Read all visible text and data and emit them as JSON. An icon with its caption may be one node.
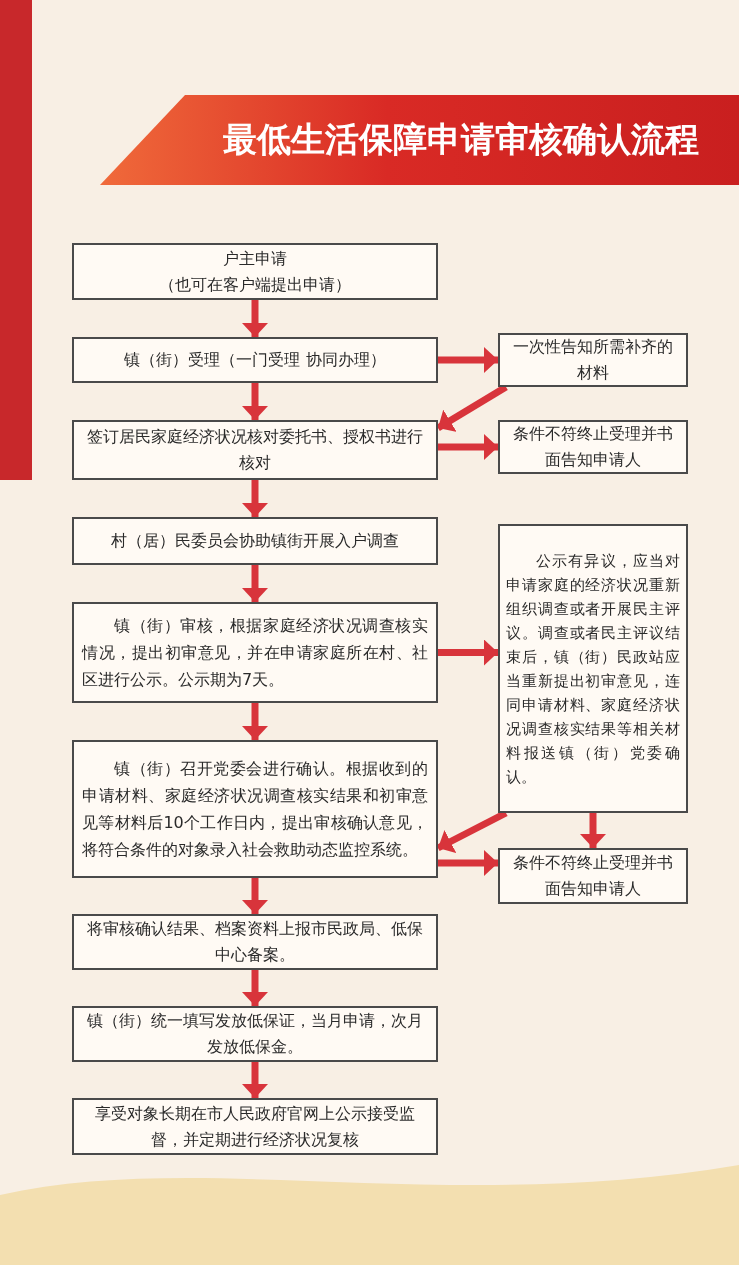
{
  "diagram": {
    "title": "最低生活保障申请审核确认流程",
    "nodes": [
      {
        "text": [
          "户主申请",
          "（也可在客户端提出申请）"
        ]
      },
      {
        "text": [
          "镇（街）受理（一门受理 协同办理）"
        ]
      },
      {
        "text": [
          "一次性告知所需补齐的材料"
        ]
      },
      {
        "text": [
          "签订居民家庭经济状况核对委托书、授权书进行核对"
        ]
      },
      {
        "text": [
          "条件不符终止受理并书面告知申请人"
        ]
      },
      {
        "text": [
          "村（居）民委员会协助镇街开展入户调查"
        ]
      },
      {
        "text": [
          "镇（街）审核，根据家庭经济状况调查核实情况，提出初审意见，并在申请家庭所在村、社区进行公示。公示期为7天。"
        ]
      },
      {
        "text": [
          "公示有异议，应当对申请家庭的经济状况重新组织调查或者开展民主评议。调查或者民主评议结束后，镇（街）民政站应当重新提出初审意见，连同申请材料、家庭经济状况调查核实结果等相关材料报送镇（街）党委确认。"
        ]
      },
      {
        "text": [
          "镇（街）召开党委会进行确认。根据收到的申请材料、家庭经济状况调查核实结果和初审意见等材料后10个工作日内，提出审核确认意见，将符合条件的对象录入社会救助动态监控系统。"
        ]
      },
      {
        "text": [
          "条件不符终止受理并书面告知申请人"
        ]
      },
      {
        "text": [
          "将审核确认结果、档案资料上报市民政局、低保中心备案。"
        ]
      },
      {
        "text": [
          "镇（街）统一填写发放低保证，当月申请，次月发放低保金。"
        ]
      },
      {
        "text": [
          "享受对象长期在市人民政府官网上公示接受监督，并定期进行经济状况复核"
        ]
      }
    ],
    "edges": [
      {
        "from": 0,
        "to": 1,
        "arrow": "to"
      },
      {
        "from": 1,
        "to": 2,
        "arrow": "to"
      },
      {
        "from": 2,
        "to": 3,
        "arrow": "to"
      },
      {
        "from": 1,
        "to": 3,
        "arrow": "to"
      },
      {
        "from": 3,
        "to": 4,
        "arrow": "to"
      },
      {
        "from": 3,
        "to": 5,
        "arrow": "to"
      },
      {
        "from": 5,
        "to": 6,
        "arrow": "to"
      },
      {
        "from": 6,
        "to": 7,
        "arrow": "to"
      },
      {
        "from": 6,
        "to": 8,
        "arrow": "to"
      },
      {
        "from": 7,
        "to": 9,
        "arrow": "to"
      },
      {
        "from": 7,
        "to": 8,
        "arrow": "to"
      },
      {
        "from": 8,
        "to": 9,
        "arrow": "to"
      },
      {
        "from": 8,
        "to": 10,
        "arrow": "to"
      },
      {
        "from": 10,
        "to": 11,
        "arrow": "to"
      },
      {
        "from": 11,
        "to": 12,
        "arrow": "to"
      }
    ]
  }
}
